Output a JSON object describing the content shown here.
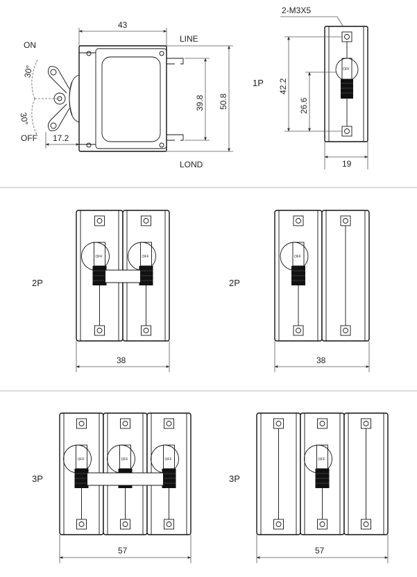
{
  "top_view": {
    "width_dim": "43",
    "label_line": "LINE",
    "label_lond": "LOND",
    "label_on": "ON",
    "label_off": "OFF",
    "angle_upper": "30°",
    "angle_lower": "30°",
    "dim_17": "17.2",
    "dim_39": "39.8",
    "dim_50": "50.8"
  },
  "side_view": {
    "screw_callout": "2-M3X5",
    "dim_42": "42.2",
    "dim_26": "26.6",
    "dim_19": "19",
    "pole_label": "1P"
  },
  "two_pole_a": {
    "pole_label": "2P",
    "width_dim": "38",
    "toggle_text": "OFF"
  },
  "two_pole_b": {
    "pole_label": "2P",
    "width_dim": "38",
    "toggle_text": "OFF"
  },
  "three_pole_a": {
    "pole_label": "3P",
    "width_dim": "57",
    "toggle_text": "OFF"
  },
  "three_pole_b": {
    "pole_label": "3P",
    "width_dim": "57",
    "toggle_text": "OFF"
  }
}
